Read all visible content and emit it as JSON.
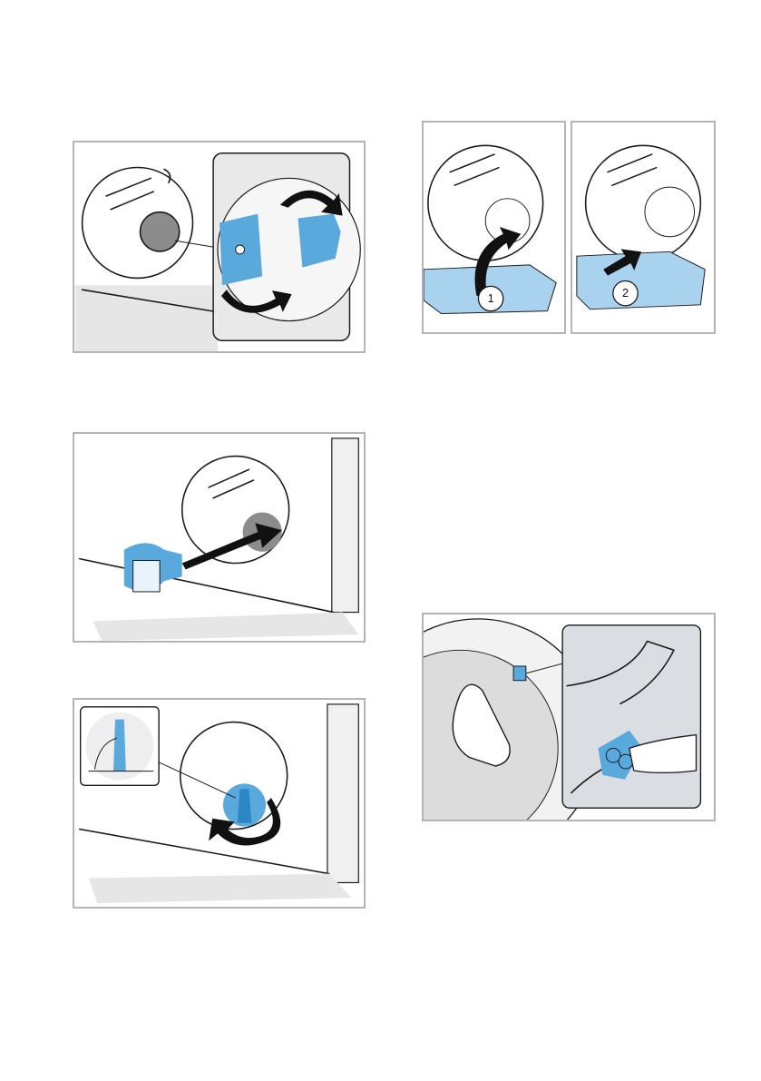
{
  "figures": [
    {
      "id": "remove-pump-filter",
      "description_icon": "pump-filter-rotate-icon"
    },
    {
      "id": "insert-pump-filter",
      "description_icon": "pump-filter-insert-icon"
    },
    {
      "id": "tighten-pump-filter",
      "description_icon": "pump-filter-tighten-icon"
    },
    {
      "id": "close-service-flap",
      "callouts": [
        "1",
        "2"
      ]
    },
    {
      "id": "drum-rear-panel",
      "description_icon": "drum-inspection-icon"
    }
  ],
  "colors": {
    "accent": "#5aa9dc",
    "frame": "#b4b4b4"
  }
}
